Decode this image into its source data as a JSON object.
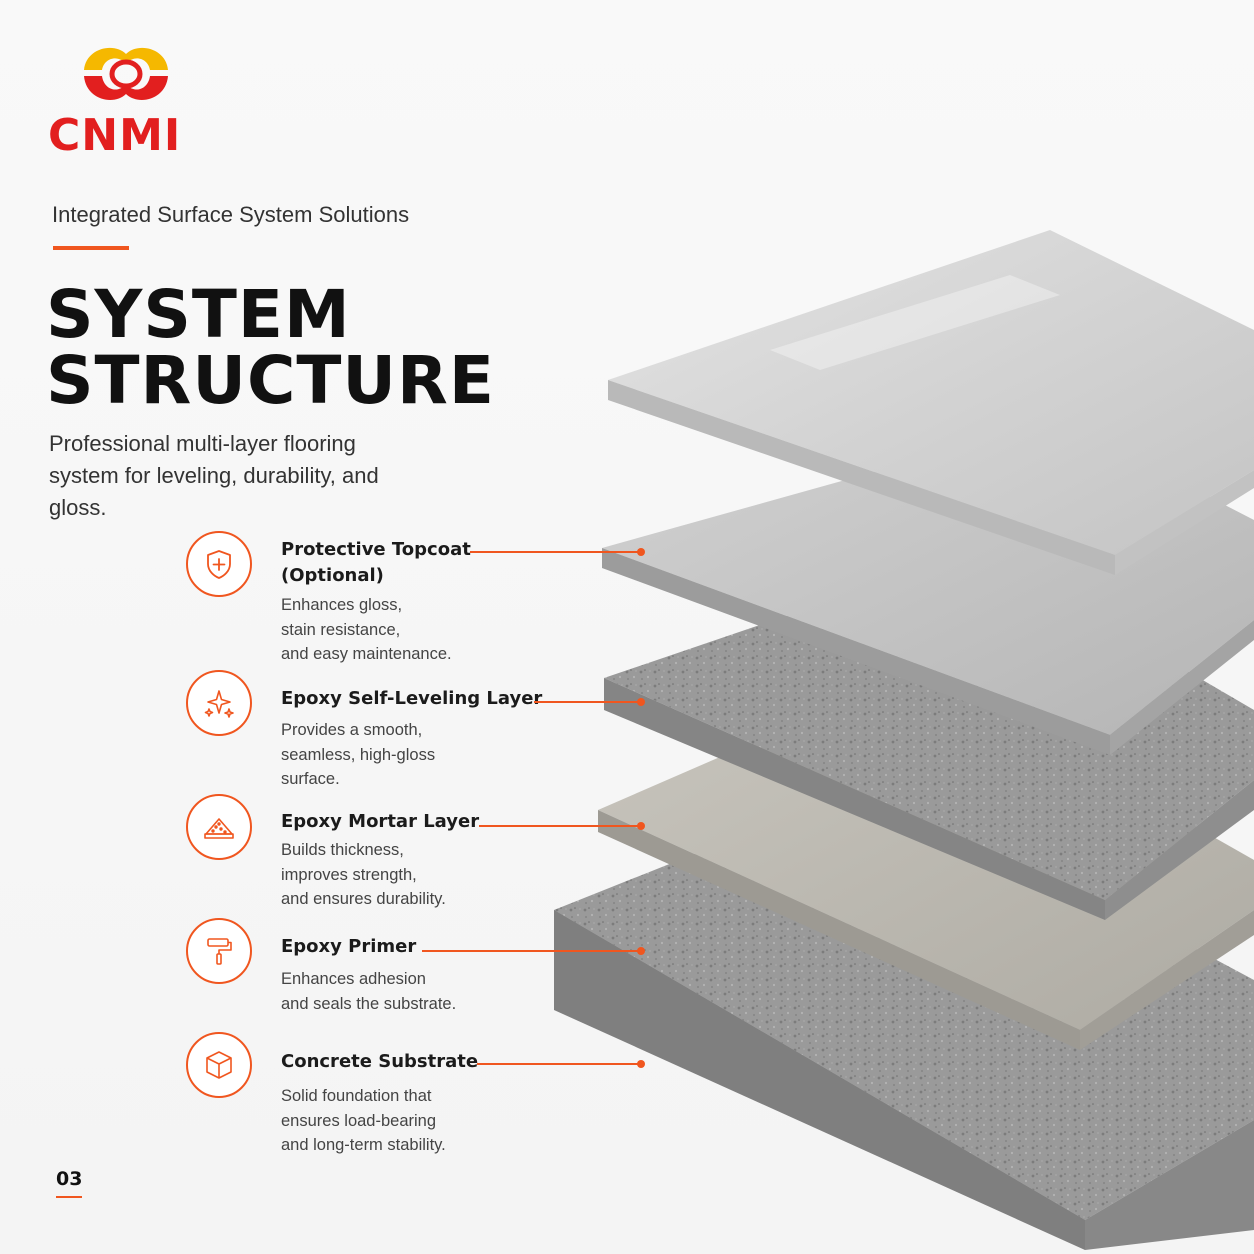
{
  "brand": {
    "name": "CNMI",
    "accent_color": "#f0561f",
    "logo_colors": [
      "#f5b800",
      "#e21f1f"
    ]
  },
  "header": {
    "kicker": "Integrated Surface System Solutions",
    "headline_line1": "SYSTEM",
    "headline_line2": "STRUCTURE",
    "subtitle": "Professional multi-layer flooring system for leveling, durability, and gloss."
  },
  "layers": [
    {
      "icon": "shield-plus-icon",
      "title_line1": "Protective Topcoat",
      "title_line2": "(Optional)",
      "description": [
        "Enhances gloss,",
        "stain resistance,",
        "and easy maintenance."
      ]
    },
    {
      "icon": "sparkles-icon",
      "title_line1": "Epoxy Self-Leveling Layer",
      "title_line2": "",
      "description": [
        "Provides a smooth,",
        "seamless, high-gloss",
        "surface."
      ]
    },
    {
      "icon": "mortar-pile-icon",
      "title_line1": "Epoxy Mortar Layer",
      "title_line2": "",
      "description": [
        "Builds thickness,",
        "improves strength,",
        "and ensures durability."
      ]
    },
    {
      "icon": "paint-roller-icon",
      "title_line1": "Epoxy Primer",
      "title_line2": "",
      "description": [
        "Enhances adhesion",
        "and seals the substrate."
      ]
    },
    {
      "icon": "cube-icon",
      "title_line1": "Concrete Substrate",
      "title_line2": "",
      "description": [
        "Solid foundation that",
        "ensures load-bearing",
        "and long-term stability."
      ]
    }
  ],
  "footer": {
    "page_number": "03"
  }
}
